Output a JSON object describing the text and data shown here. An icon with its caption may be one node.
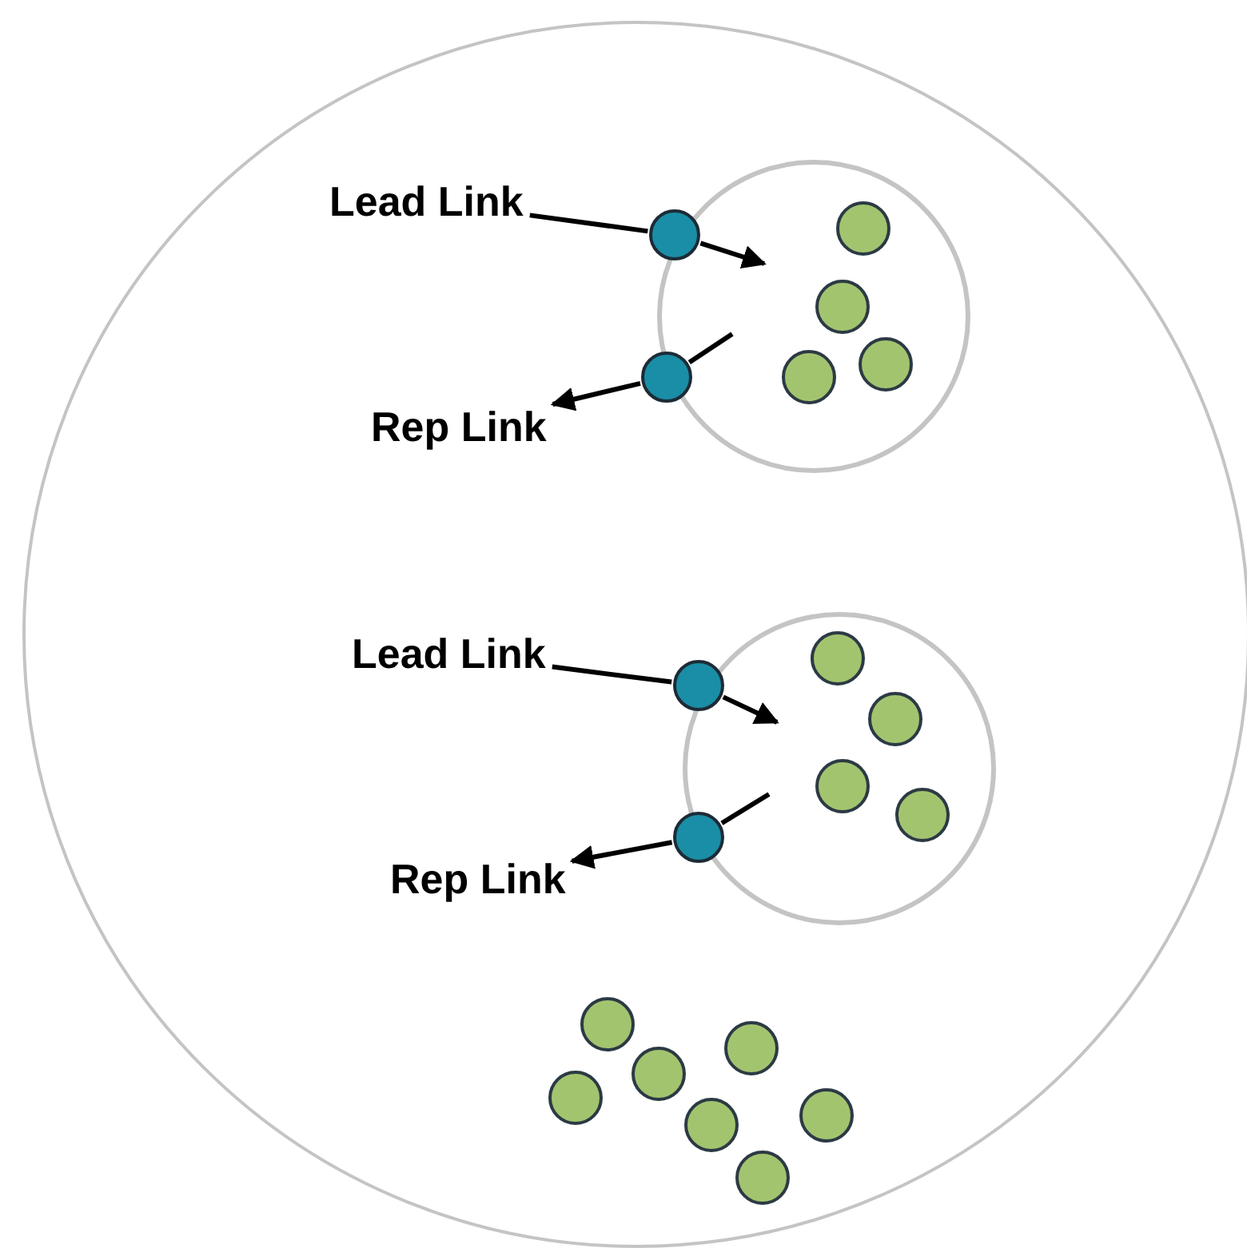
{
  "diagram": {
    "nodes": [
      {
        "text": [],
        "shape": "circle"
      },
      {
        "text": [
          "Lead Link"
        ],
        "in": 0
      },
      {
        "text": [],
        "shape": "circle",
        "in": 0
      },
      {
        "text": [],
        "shape": "circle",
        "in": 0
      },
      {
        "text": [],
        "shape": "circle",
        "in": 3
      },
      {
        "text": [],
        "shape": "circle",
        "in": 3
      },
      {
        "text": [],
        "shape": "circle",
        "in": 3
      },
      {
        "text": [],
        "shape": "circle",
        "in": 3
      },
      {
        "text": [],
        "shape": "circle",
        "in": 0
      },
      {
        "text": [
          "Rep Link"
        ],
        "in": 0
      },
      {
        "text": [
          "Lead Link"
        ],
        "in": 0
      },
      {
        "text": [],
        "shape": "circle",
        "in": 0
      },
      {
        "text": [],
        "shape": "circle",
        "in": 0
      },
      {
        "text": [],
        "shape": "circle",
        "in": 12
      },
      {
        "text": [],
        "shape": "circle",
        "in": 12
      },
      {
        "text": [],
        "shape": "circle",
        "in": 12
      },
      {
        "text": [],
        "shape": "circle",
        "in": 12
      },
      {
        "text": [],
        "shape": "circle",
        "in": 0
      },
      {
        "text": [
          "Rep Link"
        ],
        "in": 0
      },
      {
        "text": [],
        "shape": "circle",
        "in": 0
      },
      {
        "text": [],
        "shape": "circle",
        "in": 0
      },
      {
        "text": [],
        "shape": "circle",
        "in": 0
      },
      {
        "text": [],
        "shape": "circle",
        "in": 0
      },
      {
        "text": [],
        "shape": "circle",
        "in": 0
      },
      {
        "text": [],
        "shape": "circle",
        "in": 0
      },
      {
        "text": [],
        "shape": "circle",
        "in": 0
      }
    ],
    "edges": [
      {
        "from": 1,
        "to": 2,
        "arrow": "none"
      },
      {
        "from": 2,
        "to": null,
        "arrow": "to"
      },
      {
        "from": null,
        "to": 8,
        "arrow": "none"
      },
      {
        "from": 8,
        "to": 9,
        "arrow": "to"
      },
      {
        "from": 10,
        "to": 11,
        "arrow": "none"
      },
      {
        "from": 11,
        "to": null,
        "arrow": "to"
      },
      {
        "from": null,
        "to": 17,
        "arrow": "none"
      },
      {
        "from": 17,
        "to": 18,
        "arrow": "to"
      }
    ]
  }
}
